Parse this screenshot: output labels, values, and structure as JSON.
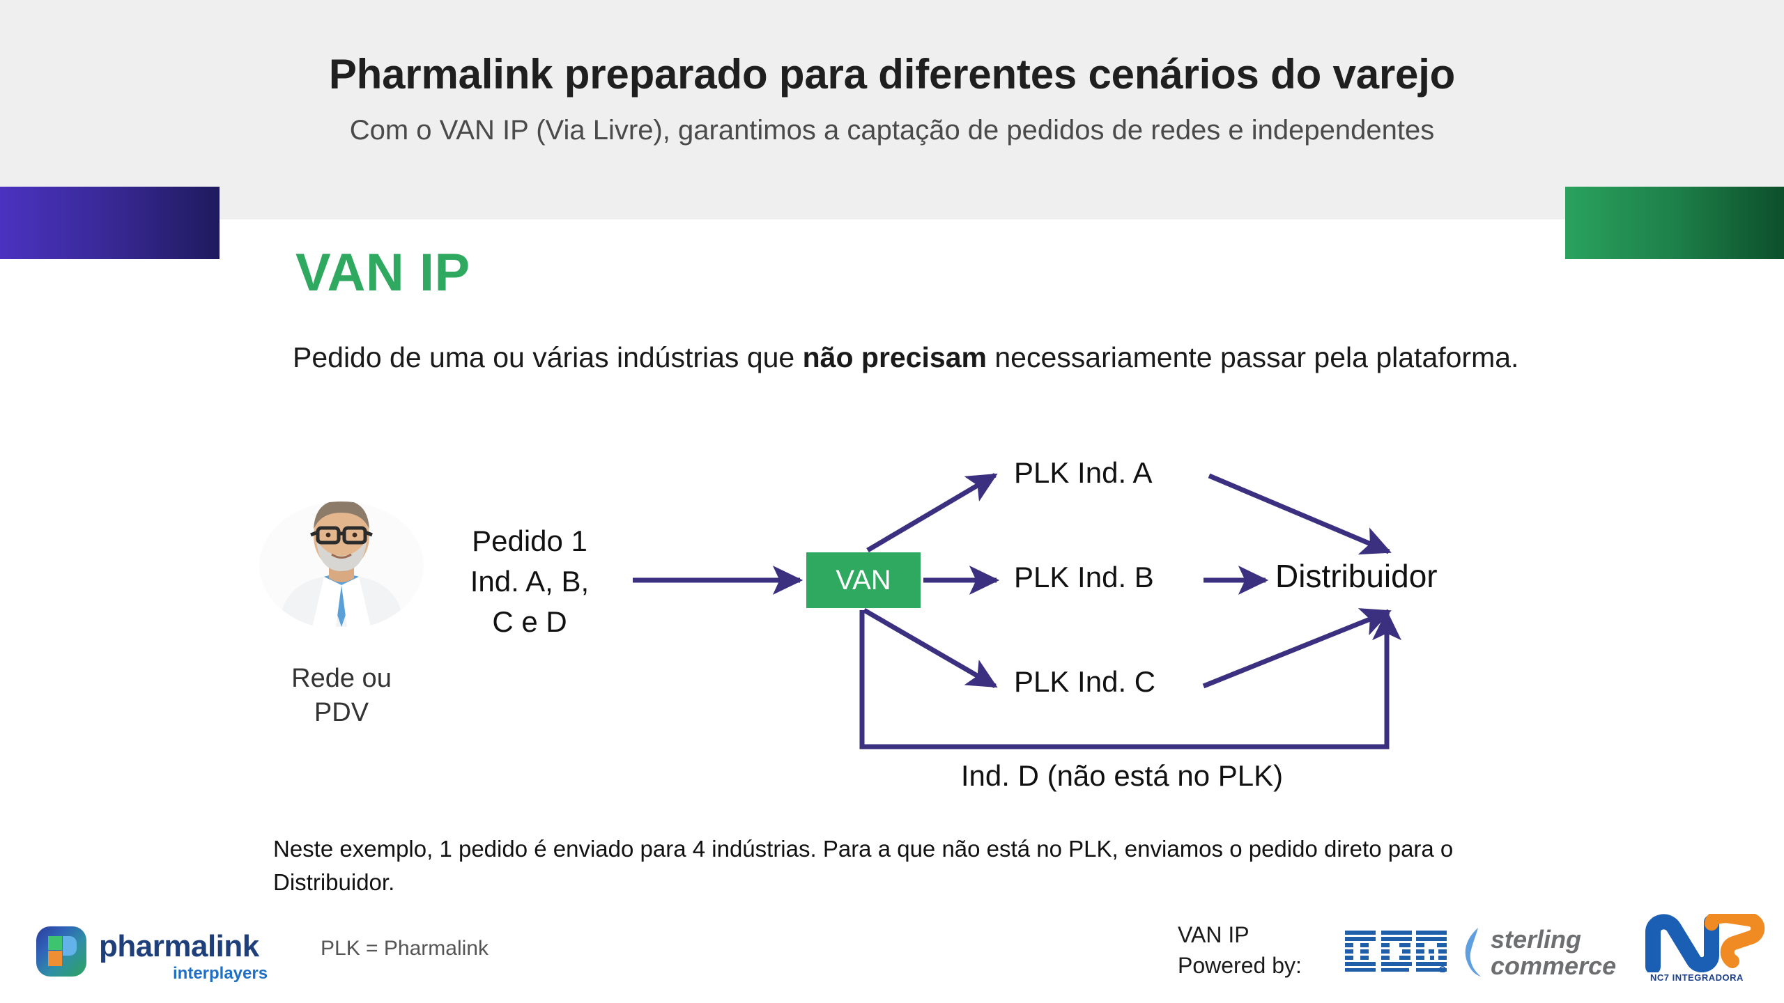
{
  "header": {
    "title": "Pharmalink preparado para diferentes cenários do varejo",
    "subtitle": "Com o VAN IP (Via Livre), garantimos a captação de pedidos de redes e independentes"
  },
  "section": {
    "title": "VAN IP",
    "description_pre": "Pedido de uma ou várias indústrias que ",
    "description_bold": "não precisam",
    "description_post": " necessariamente passar pela plataforma."
  },
  "diagram": {
    "source_label": "Rede ou\nPDV",
    "order_label": "Pedido 1\nInd. A, B,\nC e D",
    "van_label": "VAN",
    "nodes": [
      {
        "id": "plk-a",
        "label": "PLK Ind. A"
      },
      {
        "id": "plk-b",
        "label": "PLK Ind. B"
      },
      {
        "id": "plk-c",
        "label": "PLK Ind. C"
      }
    ],
    "distributor_label": "Distribuidor",
    "bypass_label": "Ind. D (não está no PLK)",
    "arrow_color": "#3b2f80",
    "van_box_color": "#2fa95f"
  },
  "footnote": "Neste exemplo, 1 pedido é enviado para 4 indústrias. Para a que não está no PLK, enviamos o pedido direto para o Distribuidor.",
  "footer": {
    "plk_legend": "PLK = Pharmalink",
    "logo_word": "pharmalink",
    "logo_sub": "interplayers",
    "powered_line1": "VAN IP",
    "powered_line2": "Powered by:",
    "ibm_label": "IBM",
    "sterling_line1": "sterling",
    "sterling_line2": "commerce",
    "nc7_label": "NC7",
    "nc7_sub": "NC7 INTEGRADORA"
  },
  "colors": {
    "accent_green": "#2fa95f",
    "accent_purple": "#3b2f80",
    "header_band": "#efefef"
  }
}
